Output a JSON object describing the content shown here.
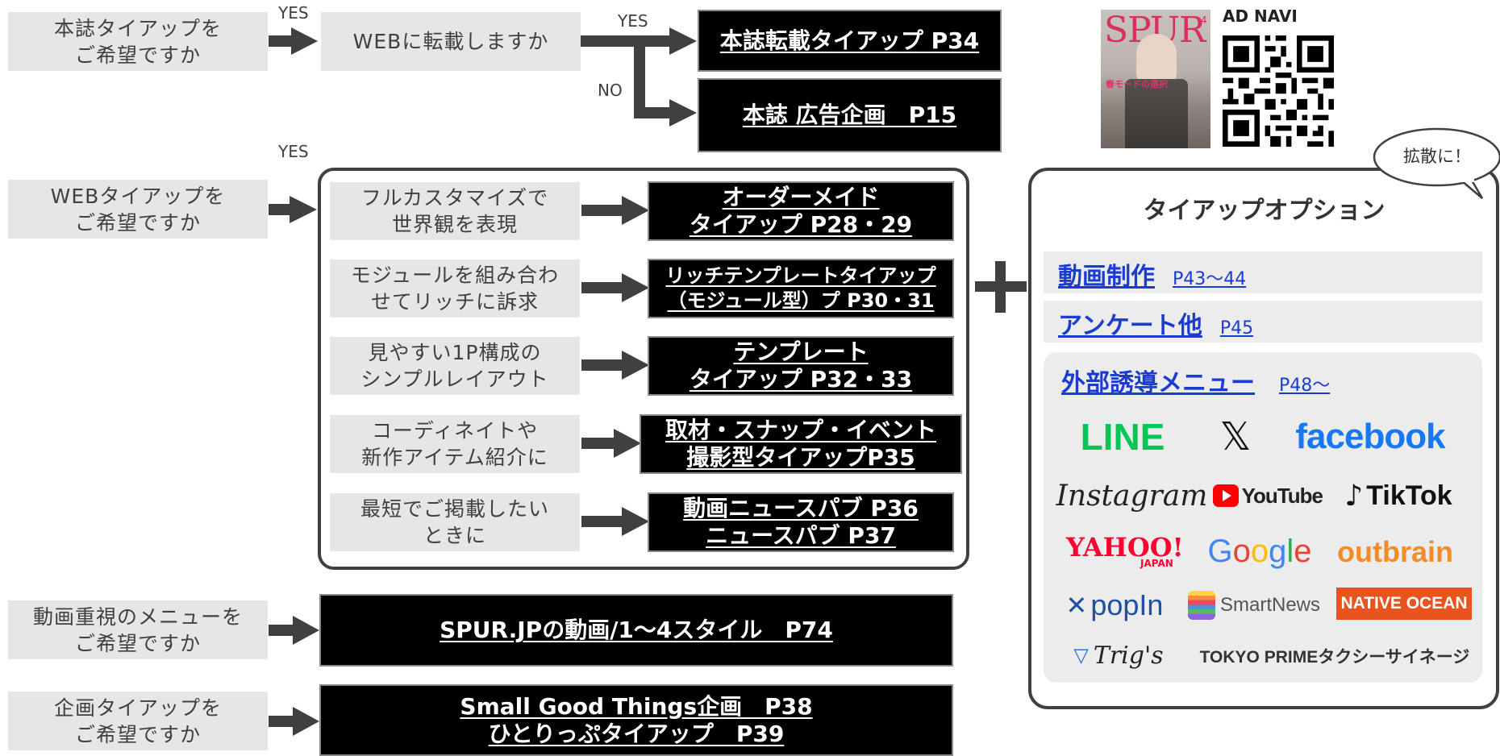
{
  "labels": {
    "yes": "YES",
    "no": "NO"
  },
  "questions": {
    "magazine": "本誌タイアップを\nご希望ですか",
    "web_reprint": "WEBに転載しますか",
    "web_tieup": "WEBタイアップを\nご希望ですか",
    "video_menu": "動画重視のメニューを\nご希望ですか",
    "plan_tieup": "企画タイアップを\nご希望ですか"
  },
  "destinations": {
    "reprint": "本誌転載タイアップ  P34",
    "ad_plan": "本誌 広告企画　P15",
    "video_style": "SPUR.JPの動画/1～4スタイル　P74",
    "small_good": "Small Good Things企画　P38\nひとりっぷタイアップ　P39"
  },
  "web_options": [
    {
      "desc": "フルカスタマイズで\n世界観を表現",
      "dest": "オーダーメイド\nタイアップ P28・29"
    },
    {
      "desc": "モジュールを組み合わ\nせてリッチに訴求",
      "dest": "リッチテンプレートタイアップ\n（モジュール型）プ P30・31"
    },
    {
      "desc": "見やすい1P構成の\nシンプルレイアウト",
      "dest": "テンプレート\nタイアップ P32・33"
    },
    {
      "desc": "コーディネイトや\n新作アイテム紹介に",
      "dest": "取材・スナップ・イベント\n撮影型タイアップP35"
    },
    {
      "desc": "最短でご掲載したい\nときに",
      "dest": "動画ニュースパブ P36\nニュースパブ P37"
    }
  ],
  "magazine_cover": {
    "logo": "SPUR",
    "issue": "4",
    "cover_text": "春モードの選択"
  },
  "ad_navi": {
    "label": "AD NAVI"
  },
  "option_panel": {
    "bubble": "拡散に！",
    "title": "タイアップオプション",
    "plus": "+",
    "items": [
      {
        "label": "動画制作",
        "page": "P43～44"
      },
      {
        "label": "アンケート他",
        "page": "P45"
      }
    ],
    "external": {
      "label": "外部誘導メニュー",
      "page": "P48～"
    }
  },
  "partners": {
    "line": "LINE",
    "x": "𝕏",
    "facebook": "facebook",
    "instagram": "Instagram",
    "youtube": "YouTube",
    "tiktok": "TikTok",
    "yahoo": "YAHOO!",
    "yahoo_sub": "JAPAN",
    "google": "Google",
    "outbrain": "outbrain",
    "popin": "popIn",
    "smartnews": "SmartNews",
    "native_ocean": "NATIVE OCEAN",
    "trigs": "Trig's",
    "tokyo_prime": "TOKYO PRIMEタクシーサイネージ"
  },
  "colors": {
    "link_blue": "#1a3cd1",
    "line_green": "#06c755",
    "facebook_blue": "#1877f2",
    "youtube_red": "#ff0000",
    "yahoo_red": "#ff0033",
    "outbrain_orange": "#f28c28",
    "popin_blue": "#1e4fa3",
    "native_ocean_bg": "#e9531d",
    "arrow": "#404040"
  }
}
